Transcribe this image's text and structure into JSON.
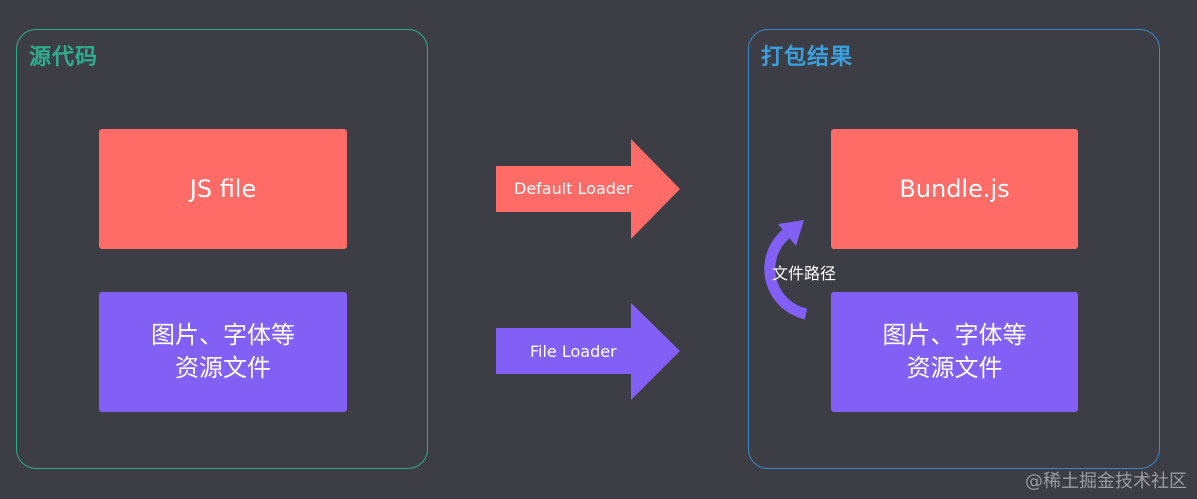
{
  "source_panel": {
    "title": "源代码",
    "js_box": "JS file",
    "assets_box": {
      "line1": "图片、字体等",
      "line2": "资源文件"
    }
  },
  "arrows": {
    "default_loader": {
      "label": "Default Loader",
      "color": "#ff6b67"
    },
    "file_loader": {
      "label": "File Loader",
      "color": "#8360f5"
    }
  },
  "output_panel": {
    "title": "打包结果",
    "bundle_box": "Bundle.js",
    "loop_label": "文件路径",
    "assets_box": {
      "line1": "图片、字体等",
      "line2": "资源文件"
    }
  },
  "colors": {
    "background": "#3c3d45",
    "source_border": "#2fae8e",
    "output_border": "#3a86c8",
    "red_box": "#ff6b67",
    "purple_box": "#8360f5"
  },
  "watermark": "@稀土掘金技术社区"
}
